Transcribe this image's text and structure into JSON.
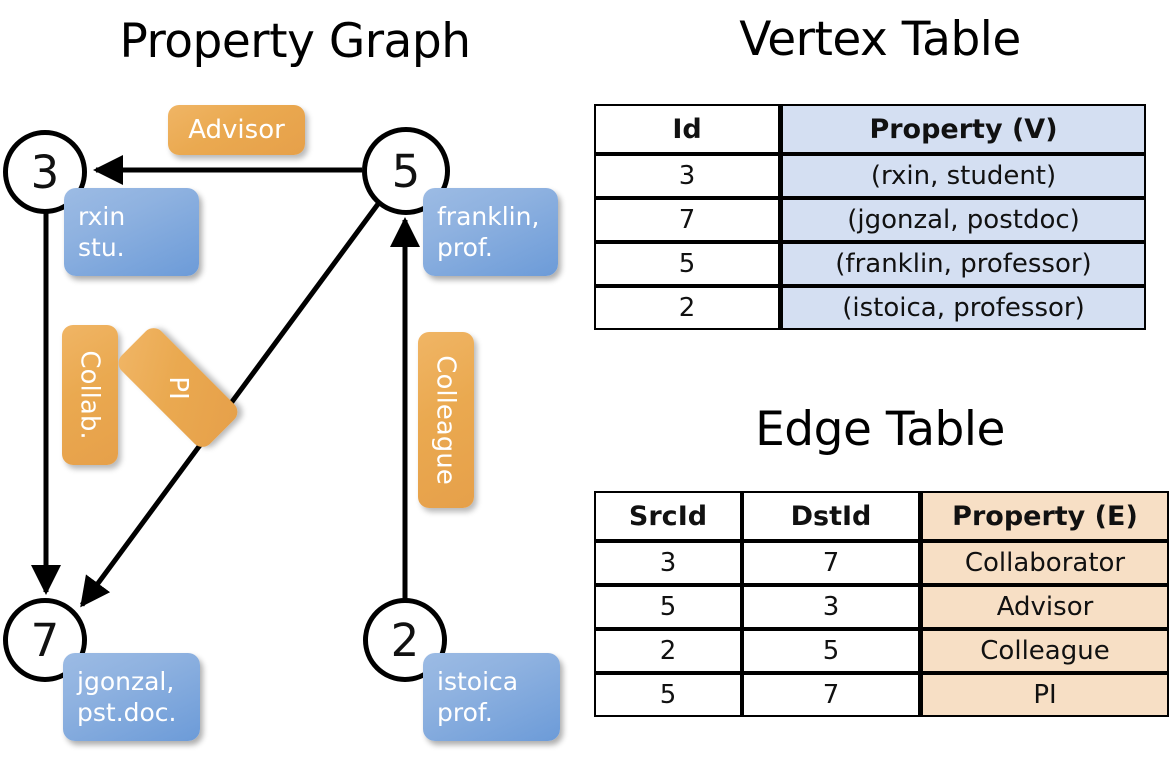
{
  "titles": {
    "graph": "Property Graph",
    "vertex": "Vertex Table",
    "edge": "Edge Table"
  },
  "graph": {
    "nodes": [
      {
        "id": "3",
        "label_line1": "rxin",
        "label_line2": "stu."
      },
      {
        "id": "5",
        "label_line1": "franklin,",
        "label_line2": "prof."
      },
      {
        "id": "7",
        "label_line1": "jgonzal,",
        "label_line2": "pst.doc."
      },
      {
        "id": "2",
        "label_line1": "istoica",
        "label_line2": "prof."
      }
    ],
    "edge_labels": [
      {
        "name": "advisor",
        "text": "Advisor"
      },
      {
        "name": "collab",
        "text": "Collab."
      },
      {
        "name": "pi",
        "text": "PI"
      },
      {
        "name": "colleague",
        "text": "Colleague"
      }
    ]
  },
  "vertex_table": {
    "headers": [
      "Id",
      "Property (V)"
    ],
    "rows": [
      {
        "id": "3",
        "property": "(rxin, student)"
      },
      {
        "id": "7",
        "property": "(jgonzal, postdoc)"
      },
      {
        "id": "5",
        "property": "(franklin, professor)"
      },
      {
        "id": "2",
        "property": "(istoica, professor)"
      }
    ]
  },
  "edge_table": {
    "headers": [
      "SrcId",
      "DstId",
      "Property (E)"
    ],
    "rows": [
      {
        "src": "3",
        "dst": "7",
        "property": "Collaborator"
      },
      {
        "src": "5",
        "dst": "3",
        "property": "Advisor"
      },
      {
        "src": "2",
        "dst": "5",
        "property": "Colleague"
      },
      {
        "src": "5",
        "dst": "7",
        "property": "PI"
      }
    ]
  },
  "colors": {
    "vertex_property_bg": "#d4dff2",
    "edge_property_bg": "#f7dfc5",
    "node_box_blue": "#8fb2e0",
    "edge_box_orange": "#eaa950"
  }
}
